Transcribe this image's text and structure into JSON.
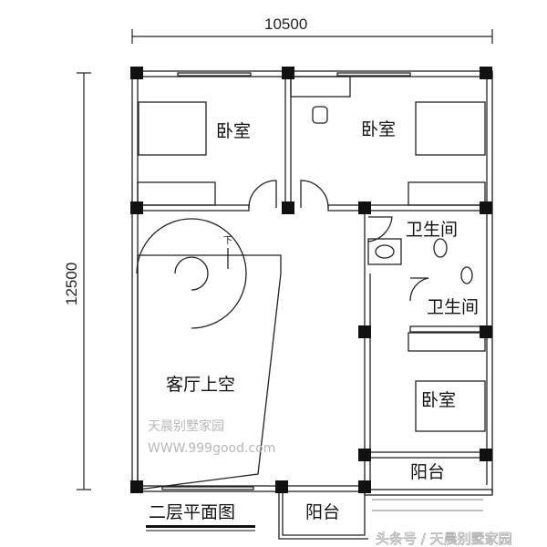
{
  "dimensions": {
    "width": "10500",
    "height": "12500"
  },
  "rooms": {
    "bedroom_top_left": "卧室",
    "bedroom_top_right": "卧室",
    "bathroom_1": "卫生间",
    "bathroom_2": "卫生间",
    "living_void": "客厅上空",
    "bedroom_bottom_right": "卧室",
    "balcony_right": "阳台",
    "balcony_bottom": "阳台"
  },
  "stair_label": "下",
  "drawing_title": "二层平面图",
  "watermark": {
    "line1": "天晨别墅家园",
    "line2": "WWW.999good.com"
  },
  "source_credit": "头条号 / 天晨别墅家园"
}
